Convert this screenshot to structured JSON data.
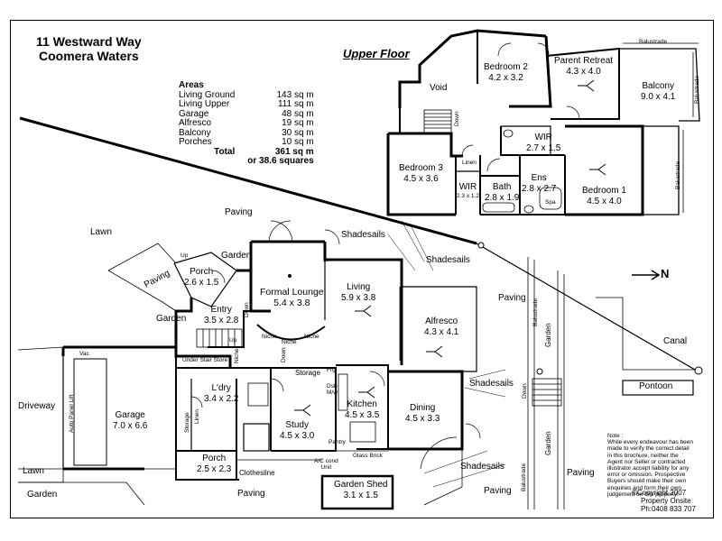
{
  "title": {
    "line1": "11 Westward Way",
    "line2": "Coomera Waters"
  },
  "upper_floor_label": "Upper Floor",
  "areas": {
    "heading": "Areas",
    "rows": [
      {
        "label": "Living Ground",
        "value": "143 sq m"
      },
      {
        "label": "Living Upper",
        "value": "111 sq m"
      },
      {
        "label": "Garage",
        "value": "48 sq m"
      },
      {
        "label": "Alfresco",
        "value": "19 sq m"
      },
      {
        "label": "Balcony",
        "value": "30 sq m"
      },
      {
        "label": "Porches",
        "value": "10 sq m"
      }
    ],
    "total_label": "Total",
    "total_value": "361 sq m",
    "squares": "or 38.6 squares"
  },
  "upper_rooms": {
    "void": "Void",
    "bedroom2": {
      "name": "Bedroom 2",
      "dims": "4.2 x 3.2"
    },
    "parent_retreat": {
      "name": "Parent Retreat",
      "dims": "4.3 x 4.0"
    },
    "balcony": {
      "name": "Balcony",
      "dims": "9.0 x 4.1"
    },
    "balustrade": "Balustrade",
    "wir1": {
      "name": "WIR",
      "dims": "2.7 x 1.5"
    },
    "bedroom3": {
      "name": "Bedroom 3",
      "dims": "4.5 x 3.6"
    },
    "linen": "Linen",
    "wir2": {
      "name": "WIR",
      "dims": "2.3 x 1.2"
    },
    "bath": {
      "name": "Bath",
      "dims": "2.8 x 1.9"
    },
    "ens": {
      "name": "Ens",
      "dims": "2.8 x 2.7"
    },
    "spa": "Spa",
    "bedroom1": {
      "name": "Bedroom 1",
      "dims": "4.5 x 4.0"
    },
    "down": "Down"
  },
  "ground_rooms": {
    "porch_front": {
      "name": "Porch",
      "dims": "2.6 x 1.5"
    },
    "up": "Up",
    "garden": "Garden",
    "paving": "Paving",
    "lawn": "Lawn",
    "entry": {
      "name": "Entry",
      "dims": "3.5 x 2.8"
    },
    "formal_lounge": {
      "name": "Formal Lounge",
      "dims": "5.4 x 3.8"
    },
    "living": {
      "name": "Living",
      "dims": "5.9 x 3.8"
    },
    "alfresco": {
      "name": "Alfresco",
      "dims": "4.3 x 4.1"
    },
    "shadesails": "Shadesails",
    "garage": {
      "name": "Garage",
      "dims": "7.0 x 6.6"
    },
    "vac": "Vac",
    "auto_panel_lift": "Auto Panel Lift",
    "under_stair_store": "Under Stair Store",
    "niche": "Niche",
    "down": "Down",
    "storage": "Storage",
    "ldry": {
      "name": "L'dry",
      "dims": "3.4 x 2.2"
    },
    "linen": "Linen",
    "study": {
      "name": "Study",
      "dims": "4.5 x 3.0"
    },
    "frg": "Frg",
    "dsh_mw": "Dsh\nM/w",
    "kitchen": {
      "name": "Kitchen",
      "dims": "4.5 x 3.5"
    },
    "dining": {
      "name": "Dining",
      "dims": "4.5 x 3.3"
    },
    "pantry": "Pantry",
    "porch_side": {
      "name": "Porch",
      "dims": "2.5 x 2.3"
    },
    "clothesline": "Clothesline",
    "aircond": "A/C cond\nUnit",
    "glass_brick": "Glass Brick",
    "garden_shed": {
      "name": "Garden Shed",
      "dims": "3.1 x 1.5"
    },
    "driveway": "Driveway",
    "canal": "Canal",
    "pontoon": "Pontoon",
    "balustrade": "Balustrade",
    "compass": "N"
  },
  "note": "Note :\nWhile every endeavour has been made to verify the correct detail in this brochure, neither the Agent nor Seller or contracted illustrator accept liability for any error or omission. Prospective Buyers should make their own enquiries and form their own judgement on this property.",
  "copyright": {
    "line1": "Copyright 2007",
    "line2": "Property Onsite",
    "line3": "Ph:0408 833 707",
    "symbol": "©"
  }
}
